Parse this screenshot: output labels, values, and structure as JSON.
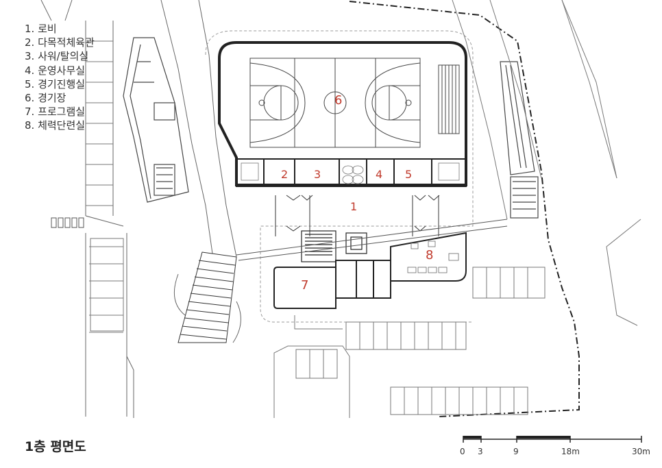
{
  "legend": [
    "1. 로비",
    "2. 다목적체육관",
    "3. 사워/탈의실",
    "4. 운영사무실",
    "5. 경기진행실",
    "6. 경기장",
    "7. 프로그램실",
    "8. 체력단련실"
  ],
  "title": "1층 평면도",
  "scale": {
    "ticks": [
      "0",
      "3",
      "9",
      "18m",
      "30m"
    ]
  },
  "rooms": {
    "r1": "1",
    "r2": "2",
    "r3": "3",
    "r4": "4",
    "r5": "5",
    "r6": "6",
    "r7": "7",
    "r8": "8"
  },
  "colors": {
    "line": "#555555",
    "accent": "#c0392b"
  }
}
